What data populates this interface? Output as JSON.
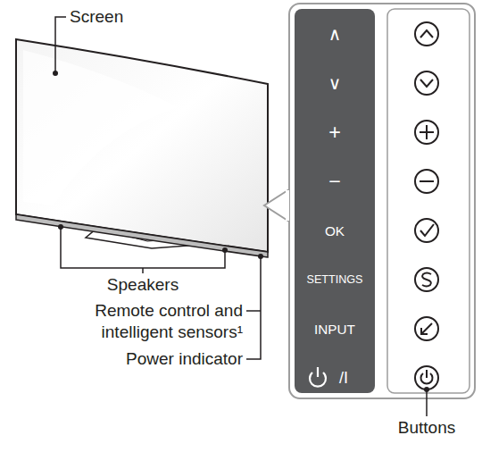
{
  "diagram": {
    "nodes": [
      {
        "text": [
          "∧",
          "∨",
          "+",
          "−",
          "OK",
          "SETTINGS",
          "INPUT",
          "/I"
        ]
      }
    ],
    "labels": [
      "Screen",
      "Speakers",
      "Remote control and",
      "intelligent sensors¹",
      "Power indicator",
      "Buttons"
    ]
  }
}
